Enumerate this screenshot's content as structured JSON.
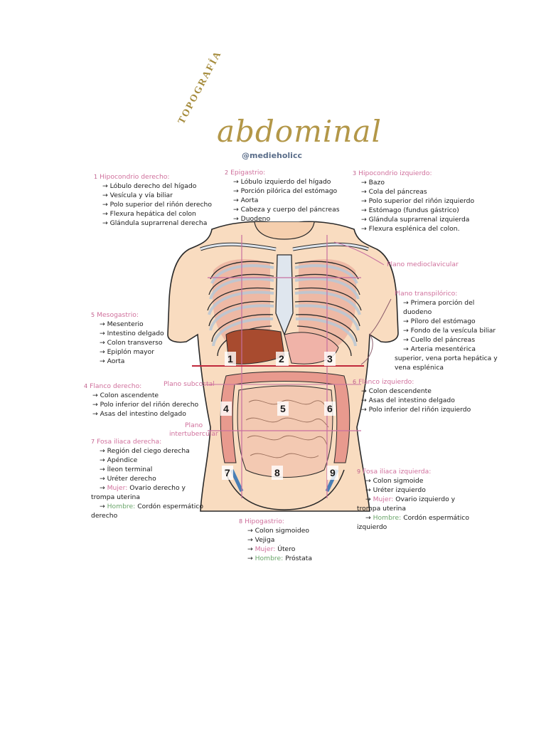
{
  "title": {
    "top": "TOPOGRAFÍA",
    "main": "abdominal",
    "handle": "@medieholicc"
  },
  "regions": [
    {
      "num": "1",
      "name": "Hipocondrio derecho:",
      "items": [
        "Lóbulo derecho del hígado",
        "Vesícula y vía biliar",
        "Polo superior del riñón derecho",
        "Flexura hepática del colon",
        "Glándula suprarrenal derecha"
      ]
    },
    {
      "num": "2",
      "name": "Epigastrio:",
      "items": [
        "Lóbulo izquierdo del hígado",
        "Porción pilórica del  estómago",
        "Aorta",
        "Cabeza y cuerpo del páncreas",
        "Duodeno"
      ]
    },
    {
      "num": "3",
      "name": "Hipocondrio izquierdo:",
      "items": [
        "Bazo",
        "Cola del páncreas",
        "Polo superior del riñón izquierdo",
        "Estómago (fundus gástrico)",
        "Glándula suprarrenal izquierda",
        "Flexura esplénica del colon."
      ]
    },
    {
      "num": "5",
      "name": "Mesogastrio:",
      "items": [
        "Mesenterio",
        "Intestino delgado",
        "Colon transverso",
        "Epiplón mayor",
        "Aorta"
      ]
    },
    {
      "num": "4",
      "name": "Flanco derecho:",
      "items": [
        "Colon ascendente",
        "Polo inferior del riñón derecho",
        "Asas del intestino delgado"
      ]
    },
    {
      "num": "6",
      "name": "Flanco izquierdo:",
      "items": [
        "Colon descendente",
        "Asas del intestino delgado",
        "Polo inferior del riñón izquierdo"
      ]
    },
    {
      "num": "7",
      "name": "Fosa iliaca derecha:",
      "items": [
        "Región del ciego derecha",
        "Apéndice",
        "Íleon terminal",
        "Uréter derecho"
      ],
      "mujer_label": "Mujer:",
      "mujer_text": "Ovario derecho y",
      "mujer_cont": "trompa uterina",
      "hombre_label": "Hombre:",
      "hombre_text": "Cordón espermático",
      "hombre_cont": "derecho"
    },
    {
      "num": "9",
      "name": "Fosa iliaca izquierda:",
      "items": [
        "Colon sigmoide",
        "Uréter izquierdo"
      ],
      "mujer_label": "Mujer:",
      "mujer_text": "Ovario izquierdo y",
      "mujer_cont": "trompa uterina",
      "hombre_label": "Hombre:",
      "hombre_text": "Cordón espermático",
      "hombre_cont": "izquierdo"
    },
    {
      "num": "8",
      "name": "Hipogastrio:",
      "items": [
        "Colon sigmoideo",
        "Vejiga"
      ],
      "mujer_label": "Mujer:",
      "mujer_text": "Útero",
      "hombre_label": "Hombre:",
      "hombre_text": "Próstata"
    }
  ],
  "planes": {
    "medioclavicular": "Plano medioclavicular",
    "transpilorico": "Plano transpilórico:",
    "transpilorico_items": [
      "Primera porción del duodeno",
      "Píloro del estómago",
      "Fondo de la vesícula biliar",
      "Cuello del páncreas",
      "Arteria mesentérica"
    ],
    "transpilorico_cont": "superior, vena porta hepática y vena esplénica",
    "subcostal": "Plano subcostal",
    "intertubercular_1": "Plano",
    "intertubercular_2": "intertubercular"
  },
  "diagram_numbers": [
    "1",
    "2",
    "3",
    "4",
    "5",
    "6",
    "7",
    "8",
    "9"
  ],
  "colors": {
    "pink": "#d0709c",
    "green": "#6aa56a",
    "gold": "#b39748",
    "skin": "#f9dcc0",
    "plane_red": "#c0283c"
  }
}
